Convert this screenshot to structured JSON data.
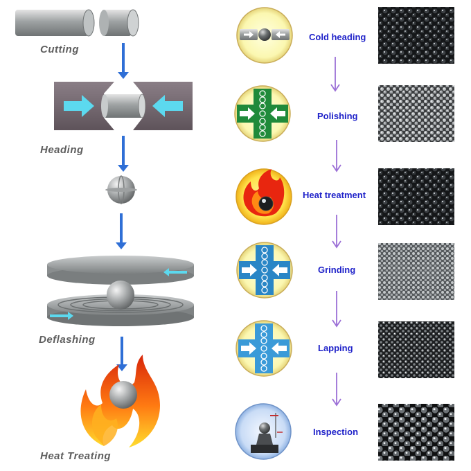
{
  "left_process": {
    "steps": [
      {
        "label": "Cutting"
      },
      {
        "label": "Heading"
      },
      {
        "label": "Deflashing"
      },
      {
        "label": "Heat Treating"
      }
    ]
  },
  "right_process": {
    "steps": [
      {
        "label": "Cold heading",
        "icon": "cold-heading-icon"
      },
      {
        "label": "Polishing",
        "icon": "polishing-icon"
      },
      {
        "label": "Heat treatment",
        "icon": "heat-treatment-icon"
      },
      {
        "label": "Grinding",
        "icon": "grinding-icon"
      },
      {
        "label": "Lapping",
        "icon": "lapping-icon"
      },
      {
        "label": "Inspection",
        "icon": "inspection-icon"
      }
    ]
  },
  "colors": {
    "left_arrow": "#2f6fd6",
    "right_arrow": "#9b6fd6",
    "label_right": "#1f22c9",
    "label_left": "#5e5e5e",
    "flame_orange": "#f05a12",
    "icon_green": "#1f8a3a",
    "icon_blue": "#2a86c6"
  }
}
